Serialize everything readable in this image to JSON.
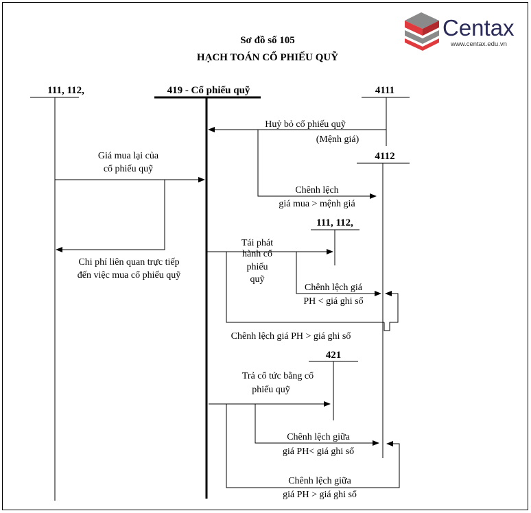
{
  "title": {
    "line1": "Sơ đồ số 105",
    "line2": "HẠCH TOÁN CỔ PHIẾU QUỸ"
  },
  "logo": {
    "name": "Centax",
    "url": "www.centax.edu.vn",
    "colors": {
      "red": "#e03a3e",
      "grey": "#8a8a8a",
      "navy": "#2b2b5a"
    }
  },
  "accounts": {
    "a111_left": "111, 112,",
    "a419": "419 - Cổ phiếu quỹ",
    "a4111": "4111",
    "a4112": "4112",
    "a111_mid": "111, 112,",
    "a421": "421"
  },
  "labels": {
    "huy_bo": "Huỷ bỏ cổ phiếu quỹ",
    "menh_gia": "(Mệnh giá)",
    "gia_mua_1": "Giá mua lại của",
    "gia_mua_2": "cổ phiếu quỹ",
    "chenh_lech": "Chênh lệch",
    "gia_mua_menh_gia": "giá mua > mệnh giá",
    "chi_phi_1": "Chi phí liên quan trực tiếp",
    "chi_phi_2": "đến việc mua cổ phiếu quỹ",
    "tai_phat_1": "Tái phát",
    "tai_phat_2": "hành cổ",
    "tai_phat_3": "phiếu",
    "tai_phat_4": "quỹ",
    "cl_gia_1": "Chênh lệch giá",
    "cl_gia_2": "PH < giá ghi sổ",
    "cl_gia_gt": "Chênh lệch giá PH > giá ghi sổ",
    "tra_co_tuc_1": "Trả cổ tức bằng cổ",
    "tra_co_tuc_2": "phiếu  quỹ",
    "cl_giua_1a": "Chênh lệch giữa",
    "cl_giua_1b": "giá PH< giá ghi sổ",
    "cl_giua_2a": "Chênh lệch giữa",
    "cl_giua_2b": "giá PH > giá ghi sổ"
  }
}
